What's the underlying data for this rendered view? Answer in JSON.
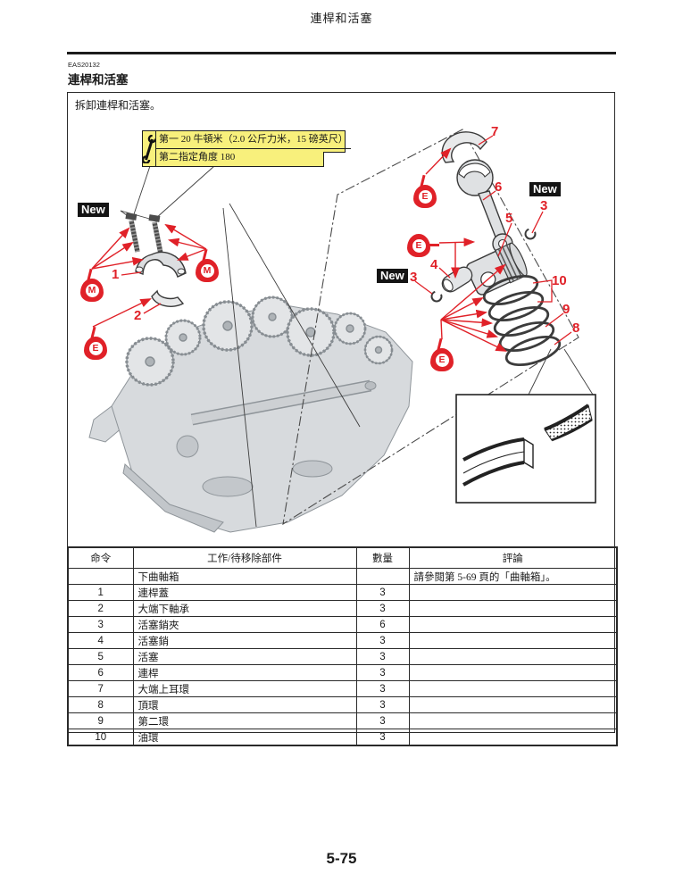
{
  "page": {
    "running_header": "連桿和活塞",
    "section_code": "EAS20132",
    "section_title": "連桿和活塞",
    "intro_text": "拆卸連桿和活塞。",
    "page_number": "5-75"
  },
  "torque_note": {
    "line1": "第一  20 牛頓米（2.0 公斤力米，15 磅英尺）",
    "line2": "第二指定角度 180",
    "background_color": "#f8f07c"
  },
  "diagram": {
    "accent_red": "#e02128",
    "new_label": "New",
    "callouts": [
      "1",
      "2",
      "3",
      "4",
      "5",
      "6",
      "7",
      "8",
      "9",
      "10"
    ],
    "lubricant_symbols": {
      "molybdenum": "M",
      "engine_oil": "E"
    }
  },
  "table": {
    "headers": {
      "order": "命令",
      "job": "工作/待移除部件",
      "qty": "數量",
      "remarks": "評論"
    },
    "rows": [
      {
        "order": "",
        "job": "下曲軸箱",
        "qty": "",
        "remarks": "請參閱第 5-69 頁的「曲軸箱」。"
      },
      {
        "order": "1",
        "job": "連桿蓋",
        "qty": "3",
        "remarks": ""
      },
      {
        "order": "2",
        "job": "大端下軸承",
        "qty": "3",
        "remarks": ""
      },
      {
        "order": "3",
        "job": "活塞銷夾",
        "qty": "6",
        "remarks": ""
      },
      {
        "order": "4",
        "job": "活塞銷",
        "qty": "3",
        "remarks": ""
      },
      {
        "order": "5",
        "job": "活塞",
        "qty": "3",
        "remarks": ""
      },
      {
        "order": "6",
        "job": "連桿",
        "qty": "3",
        "remarks": ""
      },
      {
        "order": "7",
        "job": "大端上耳環",
        "qty": "3",
        "remarks": ""
      },
      {
        "order": "8",
        "job": "頂環",
        "qty": "3",
        "remarks": ""
      },
      {
        "order": "9",
        "job": "第二環",
        "qty": "3",
        "remarks": ""
      },
      {
        "order": "10",
        "job": "油環",
        "qty": "3",
        "remarks": ""
      }
    ]
  }
}
